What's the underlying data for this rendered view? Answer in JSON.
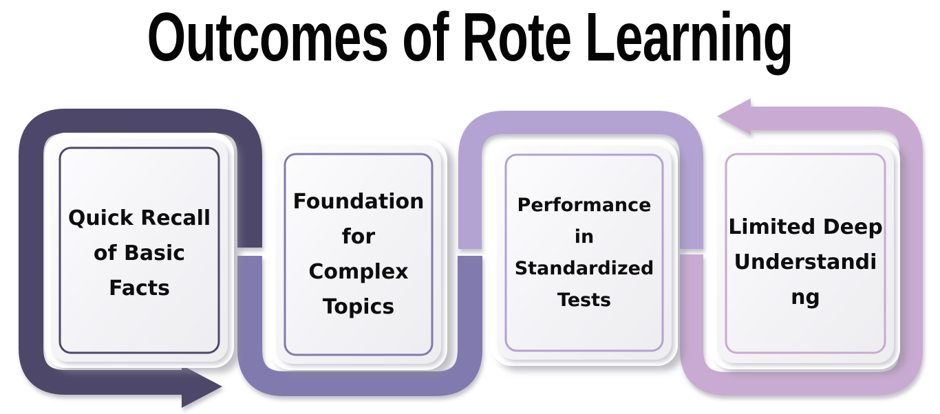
{
  "title": "Outcomes of Rote Learning",
  "background_color": "#ffffff",
  "text_color": "#0d0d0d",
  "modules": [
    {
      "id": 1,
      "label": "Quick Recall of Basic Facts",
      "lines": "Quick Recall\nof Basic\nFacts",
      "color": "#4e4769"
    },
    {
      "id": 2,
      "label": "Foundation for Complex Topics",
      "lines": "Foundation\nfor\nComplex\nTopics",
      "color": "#817aae"
    },
    {
      "id": 3,
      "label": "Performance in Standardized Tests",
      "lines": "Performance\nin\nStandardized\nTests",
      "color": "#b2a3d3"
    },
    {
      "id": 4,
      "label": "Limited Deep Understanding",
      "lines": "Limited Deep\nUnderstandi\nng",
      "color": "#c9aad2"
    }
  ],
  "arrows": [
    {
      "icon": "arrow-right-icon",
      "direction": "right",
      "color": "#4e4769"
    },
    {
      "icon": "arrow-left-icon",
      "direction": "left",
      "color": "#c9aad2"
    }
  ]
}
